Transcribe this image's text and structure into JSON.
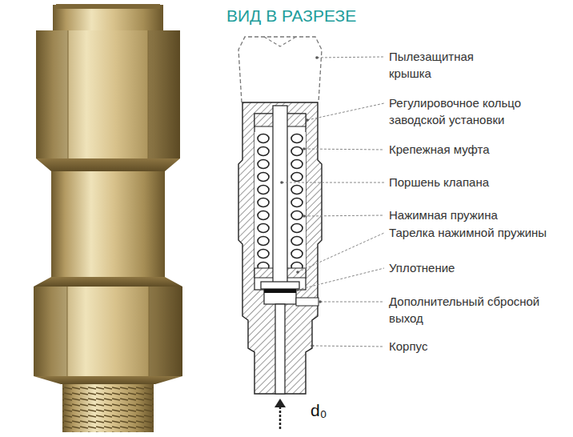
{
  "diagram": {
    "title": "ВИД В РАЗРЕЗЕ",
    "labels": [
      "Пылезащитная крышка",
      "Регулировочное кольцо заводской установки",
      "Крепежная муфта",
      "Поршень клапана",
      "Нажимная пружина",
      "Тарелка нажимной пружины",
      "Уплотнение",
      "Дополнительный сбросной выход",
      "Корпус",
      "d₀"
    ]
  }
}
